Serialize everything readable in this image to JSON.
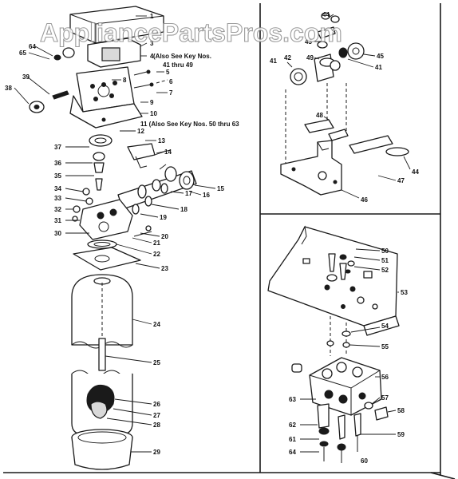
{
  "watermark": "AppliancePartsPros.com",
  "notes": {
    "note_a_line1": "(Also See Key Nos.",
    "note_a_line2": "41 thru 49",
    "note_b": "11 (Also See Key Nos. 50 thru 63"
  },
  "left_panel_keys": [
    "1",
    "2",
    "3",
    "4",
    "5",
    "6",
    "7",
    "8",
    "9",
    "10",
    "12",
    "13",
    "14",
    "15",
    "16",
    "17",
    "18",
    "19",
    "20",
    "21",
    "22",
    "23",
    "24",
    "25",
    "26",
    "27",
    "28",
    "29",
    "30",
    "31",
    "32",
    "33",
    "34",
    "35",
    "36",
    "37",
    "38",
    "39",
    "64",
    "65"
  ],
  "top_right_keys": [
    "41",
    "42",
    "43",
    "44",
    "45",
    "46",
    "47",
    "48",
    "49"
  ],
  "bottom_right_keys": [
    "50",
    "51",
    "52",
    "53",
    "54",
    "55",
    "56",
    "57",
    "58",
    "59",
    "60",
    "61",
    "62",
    "63",
    "64"
  ]
}
